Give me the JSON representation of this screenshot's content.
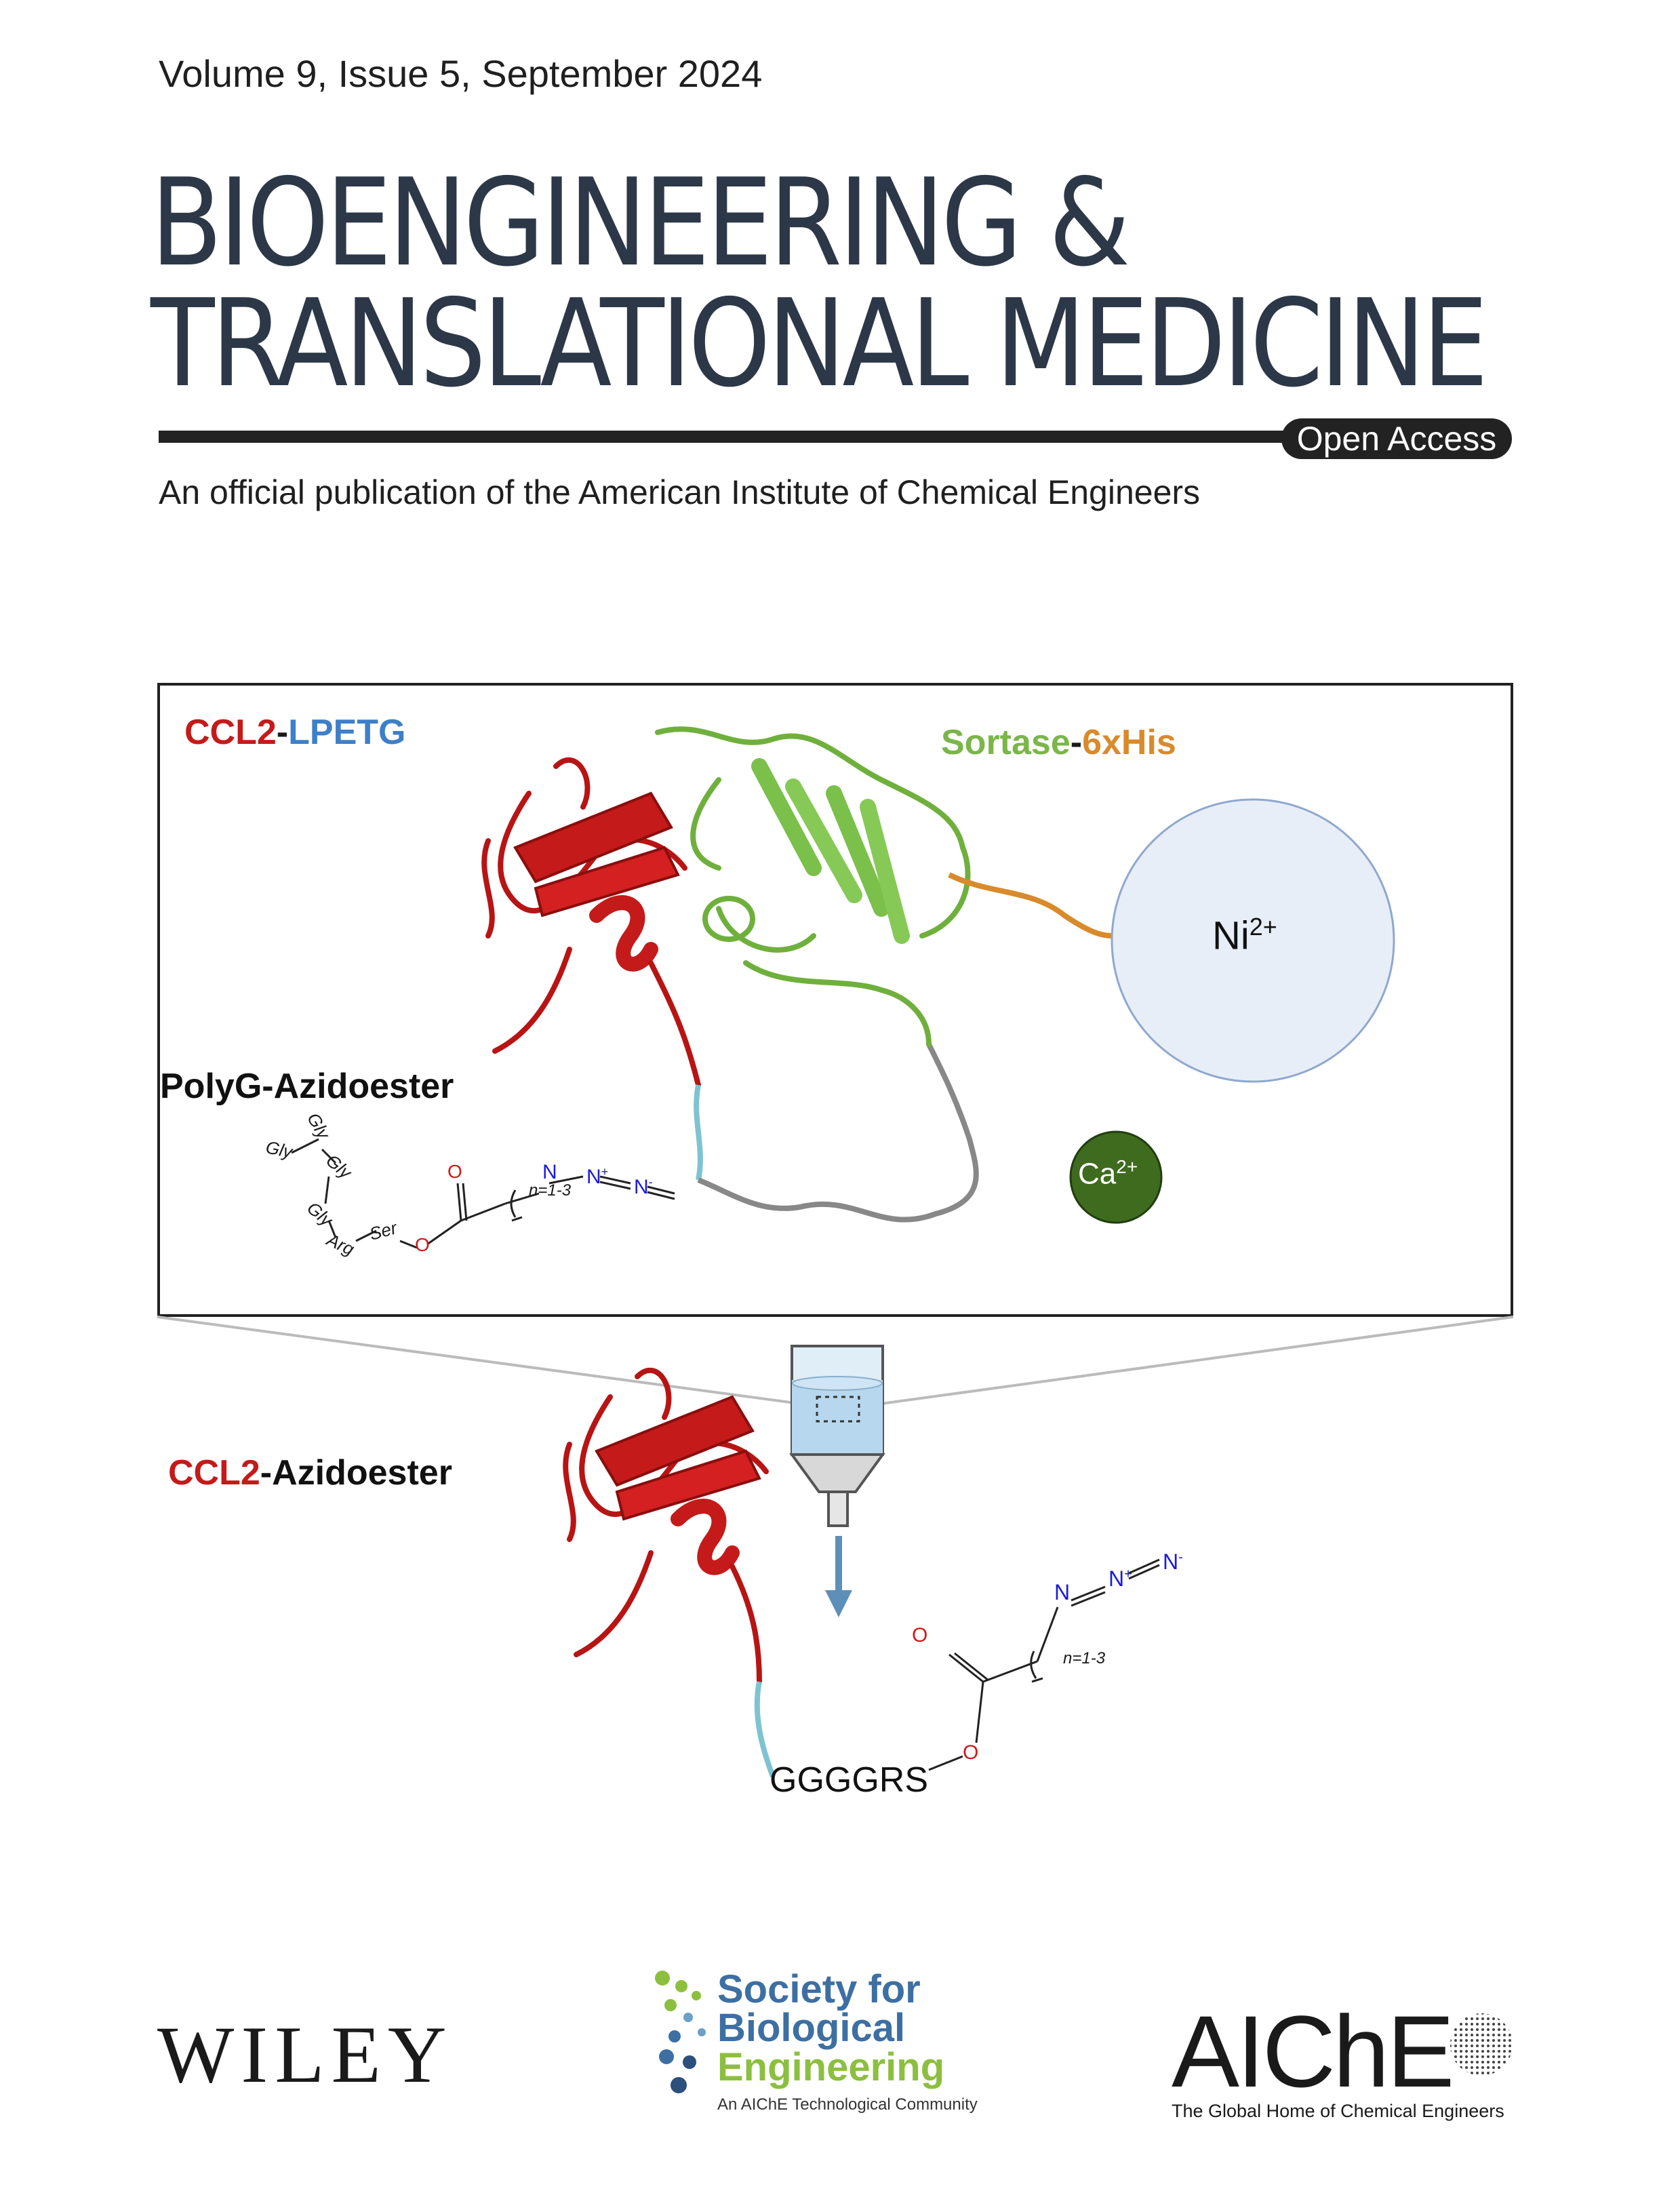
{
  "header": {
    "volume_line": "Volume 9, Issue 5, September 2024",
    "title_line1": "BIOENGINEERING &",
    "title_line2": "TRANSLATIONAL MEDICINE",
    "open_access": "Open Access",
    "publisher_line": "An official publication of the American Institute of Chemical Engineers"
  },
  "figure": {
    "ccl2": "CCL2",
    "lpetg": "LPETG",
    "dash": "-",
    "sortase": "Sortase",
    "sixhis": "6xHis",
    "ni_base": "Ni",
    "ni_charge": "2+",
    "ca_base": "Ca",
    "ca_charge": "2+",
    "polyg": "PolyG-Azidoester",
    "gly": "Gly",
    "arg": "Arg",
    "ser": "Ser",
    "o": "O",
    "n": "N",
    "n_plus": "N",
    "plus": "+",
    "n_minus": "N",
    "minus": "-",
    "n_range": "n=1-3",
    "ccl2_product": "CCL2",
    "azidoester_product": "-Azidoester",
    "ggggrs": "GGGGRS"
  },
  "footer": {
    "wiley": "WILEY",
    "sbe_line1": "Society for",
    "sbe_line2": "Biological",
    "sbe_line3": "Engineering",
    "sbe_sub": "An AIChE Technological Community",
    "aiche": "AIChE",
    "aiche_tag": "The Global Home of Chemical Engineers"
  },
  "colors": {
    "title": "#2c3847",
    "ccl2_red": "#c41a1a",
    "lpetg_blue": "#3d7fc9",
    "sortase_green": "#7ab648",
    "his_orange": "#d98a2b",
    "ca_green": "#3e6b1e",
    "ni_fill": "#e8eef8",
    "azide_blue": "#1a1adb"
  }
}
